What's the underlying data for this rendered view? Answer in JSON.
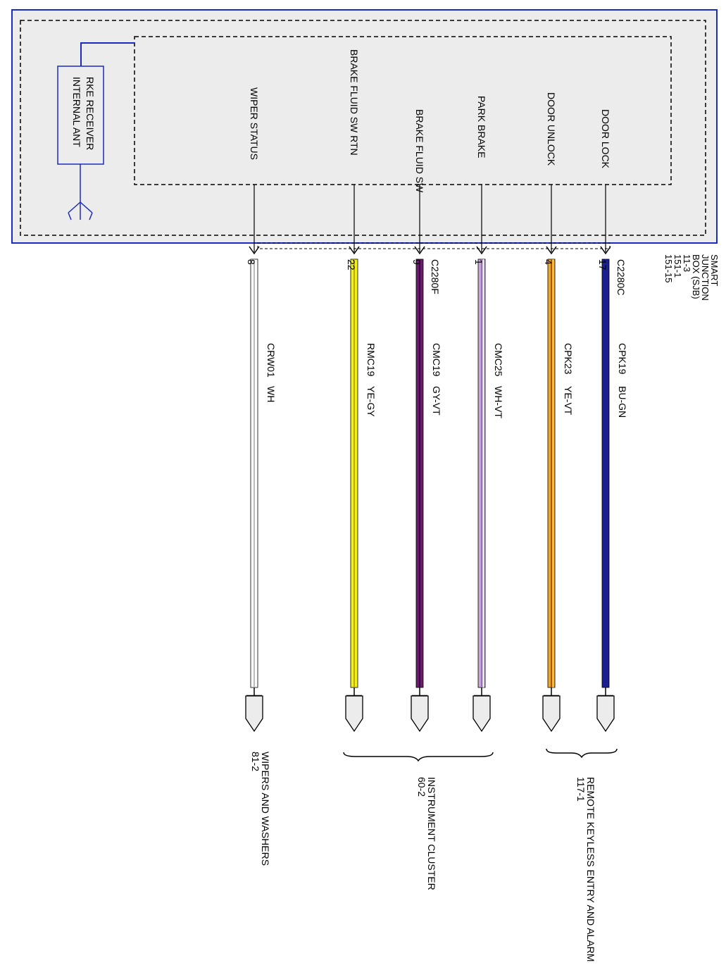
{
  "module": {
    "name_lines": [
      "SMART",
      "JUNCTION",
      "BOX (SJB)",
      "11-3",
      "151-1",
      "151-15"
    ],
    "fill_color": "#ececec",
    "border_color": "#1a2bbf"
  },
  "rke_receiver": {
    "label_lines": [
      "RKE RECEIVER",
      "INTERNAL ANT"
    ],
    "color": "#1a2bbf"
  },
  "circuits": [
    {
      "function": "DOOR LOCK",
      "connector": "C2280C",
      "pin": "17",
      "circuit": "CPK19",
      "wire_color_code": "BU-GN",
      "wire_color": "#1c1f8f",
      "stripe_color": "#1c1f8f",
      "inner_dark": "#1c1f8f"
    },
    {
      "function": "DOOR UNLOCK",
      "connector": "",
      "pin": "4",
      "circuit": "CPK23",
      "wire_color_code": "YE-VT",
      "wire_color": "#f2a62a",
      "stripe_color": "#f7d060",
      "inner_dark": "#a05a00"
    },
    {
      "function": "PARK BRAKE",
      "connector": "",
      "pin": "1",
      "circuit": "CMC25",
      "wire_color_code": "WH-VT",
      "wire_color": "#c8a8d8",
      "stripe_color": "#ffffff",
      "inner_dark": "#9a6fb0"
    },
    {
      "function": "BRAKE FLUID SW",
      "connector": "C2280F",
      "pin": "9",
      "circuit": "CMC19",
      "wire_color_code": "GY-VT",
      "wire_color": "#6a1d6e",
      "stripe_color": "#6a1d6e",
      "inner_dark": "#3a0a3e"
    },
    {
      "function": "BRAKE FLUID SW RTN",
      "connector": "",
      "pin": "22",
      "circuit": "RMC19",
      "wire_color_code": "YE-GY",
      "wire_color": "#f4ee1a",
      "stripe_color": "#f4ee1a",
      "inner_dark": "#b8b000"
    },
    {
      "function": "WIPER STATUS",
      "connector": "",
      "pin": "8",
      "circuit": "CRW01",
      "wire_color_code": "WH",
      "wire_color": "#ffffff",
      "stripe_color": "#ffffff",
      "inner_dark": "#bbbbbb"
    }
  ],
  "destinations": [
    {
      "label_lines": [
        "REMOTE KEYLESS ENTRY AND ALARM",
        "117-1"
      ]
    },
    {
      "label_lines": [
        "INSTRUMENT CLUSTER",
        "60-2"
      ]
    },
    {
      "label_lines": [
        "WIPERS AND WASHERS",
        "81-2"
      ]
    }
  ]
}
